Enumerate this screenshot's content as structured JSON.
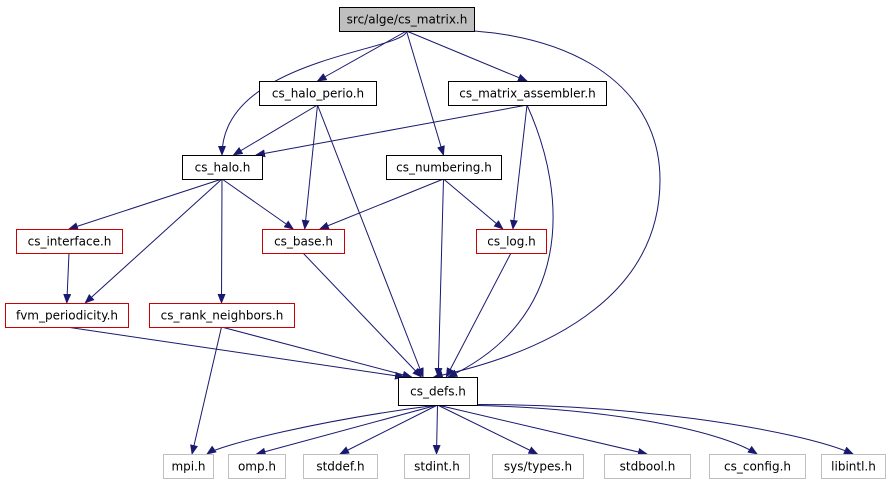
{
  "colors": {
    "root_fill": "#bfbfbf",
    "root_border": "#000000",
    "normal_border": "#000000",
    "incomplete_border": "#cc0000",
    "external_border": "#bfbfbf",
    "node_fill": "#ffffff",
    "edge": "#191970"
  },
  "nodes": [
    {
      "id": "cs_matrix",
      "label": "src/alge/cs_matrix.h",
      "kind": "root"
    },
    {
      "id": "cs_halo_perio",
      "label": "cs_halo_perio.h",
      "kind": "normal"
    },
    {
      "id": "cs_matrix_assembler",
      "label": "cs_matrix_assembler.h",
      "kind": "normal"
    },
    {
      "id": "cs_halo",
      "label": "cs_halo.h",
      "kind": "normal"
    },
    {
      "id": "cs_numbering",
      "label": "cs_numbering.h",
      "kind": "normal"
    },
    {
      "id": "cs_interface",
      "label": "cs_interface.h",
      "kind": "incomplete"
    },
    {
      "id": "cs_base",
      "label": "cs_base.h",
      "kind": "incomplete"
    },
    {
      "id": "cs_log",
      "label": "cs_log.h",
      "kind": "incomplete"
    },
    {
      "id": "fvm_periodicity",
      "label": "fvm_periodicity.h",
      "kind": "incomplete"
    },
    {
      "id": "cs_rank_neighbors",
      "label": "cs_rank_neighbors.h",
      "kind": "incomplete"
    },
    {
      "id": "cs_defs",
      "label": "cs_defs.h",
      "kind": "normal"
    },
    {
      "id": "mpi",
      "label": "mpi.h",
      "kind": "external"
    },
    {
      "id": "omp",
      "label": "omp.h",
      "kind": "external"
    },
    {
      "id": "stddef",
      "label": "stddef.h",
      "kind": "external"
    },
    {
      "id": "stdint",
      "label": "stdint.h",
      "kind": "external"
    },
    {
      "id": "sys_types",
      "label": "sys/types.h",
      "kind": "external"
    },
    {
      "id": "stdbool",
      "label": "stdbool.h",
      "kind": "external"
    },
    {
      "id": "cs_config",
      "label": "cs_config.h",
      "kind": "external"
    },
    {
      "id": "libintl",
      "label": "libintl.h",
      "kind": "external"
    }
  ],
  "edges": [
    {
      "from": "cs_matrix",
      "to": "cs_halo"
    },
    {
      "from": "cs_matrix",
      "to": "cs_halo_perio"
    },
    {
      "from": "cs_matrix",
      "to": "cs_numbering"
    },
    {
      "from": "cs_matrix",
      "to": "cs_matrix_assembler"
    },
    {
      "from": "cs_matrix",
      "to": "cs_defs"
    },
    {
      "from": "cs_halo_perio",
      "to": "cs_halo"
    },
    {
      "from": "cs_halo_perio",
      "to": "cs_base"
    },
    {
      "from": "cs_halo_perio",
      "to": "cs_defs"
    },
    {
      "from": "cs_matrix_assembler",
      "to": "cs_halo"
    },
    {
      "from": "cs_matrix_assembler",
      "to": "cs_log"
    },
    {
      "from": "cs_matrix_assembler",
      "to": "cs_defs"
    },
    {
      "from": "cs_halo",
      "to": "cs_interface"
    },
    {
      "from": "cs_halo",
      "to": "fvm_periodicity"
    },
    {
      "from": "cs_halo",
      "to": "cs_base"
    },
    {
      "from": "cs_halo",
      "to": "cs_rank_neighbors"
    },
    {
      "from": "cs_numbering",
      "to": "cs_base"
    },
    {
      "from": "cs_numbering",
      "to": "cs_log"
    },
    {
      "from": "cs_numbering",
      "to": "cs_defs"
    },
    {
      "from": "cs_interface",
      "to": "fvm_periodicity"
    },
    {
      "from": "cs_base",
      "to": "cs_defs"
    },
    {
      "from": "cs_log",
      "to": "cs_defs"
    },
    {
      "from": "fvm_periodicity",
      "to": "cs_defs"
    },
    {
      "from": "cs_rank_neighbors",
      "to": "cs_defs"
    },
    {
      "from": "cs_rank_neighbors",
      "to": "mpi"
    },
    {
      "from": "cs_defs",
      "to": "mpi"
    },
    {
      "from": "cs_defs",
      "to": "omp"
    },
    {
      "from": "cs_defs",
      "to": "stddef"
    },
    {
      "from": "cs_defs",
      "to": "stdint"
    },
    {
      "from": "cs_defs",
      "to": "sys_types"
    },
    {
      "from": "cs_defs",
      "to": "stdbool"
    },
    {
      "from": "cs_defs",
      "to": "cs_config"
    },
    {
      "from": "cs_defs",
      "to": "libintl"
    }
  ]
}
